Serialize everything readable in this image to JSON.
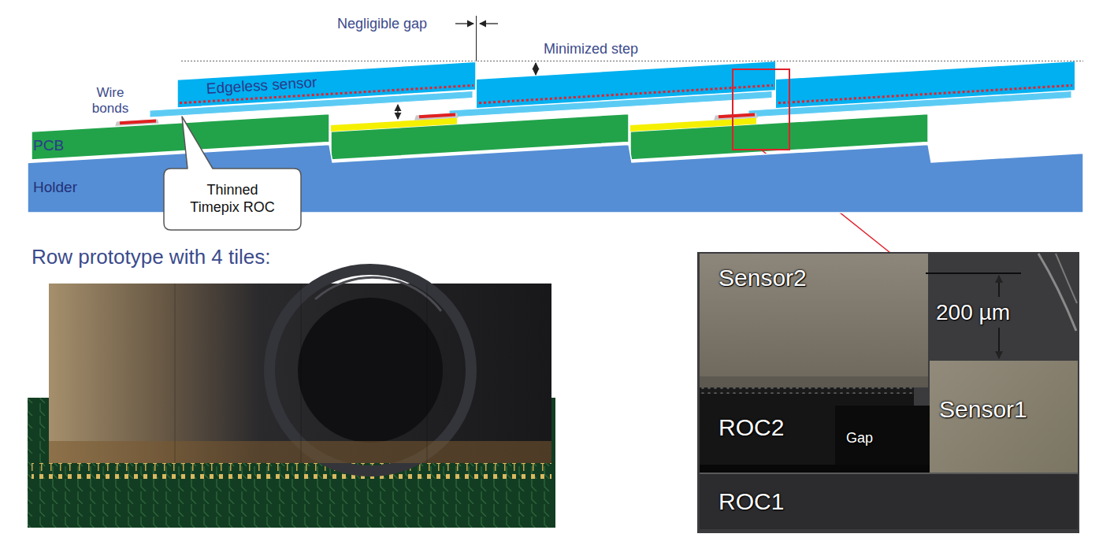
{
  "diagram": {
    "nodes": [
      {
        "text": [
          "Edgeless sensor"
        ]
      },
      {
        "text": [
          "PCB"
        ]
      },
      {
        "text": [
          "Holder"
        ]
      },
      {
        "text": [
          "Thinned Timepix ROC"
        ]
      }
    ],
    "labels": [
      "Negligible gap",
      "Minimized step",
      "Wire bonds",
      "Row prototype with 4 tiles:",
      "Sensor2",
      "200 µm",
      "ROC2",
      "Sensor1",
      "Gap",
      "ROC1"
    ]
  }
}
